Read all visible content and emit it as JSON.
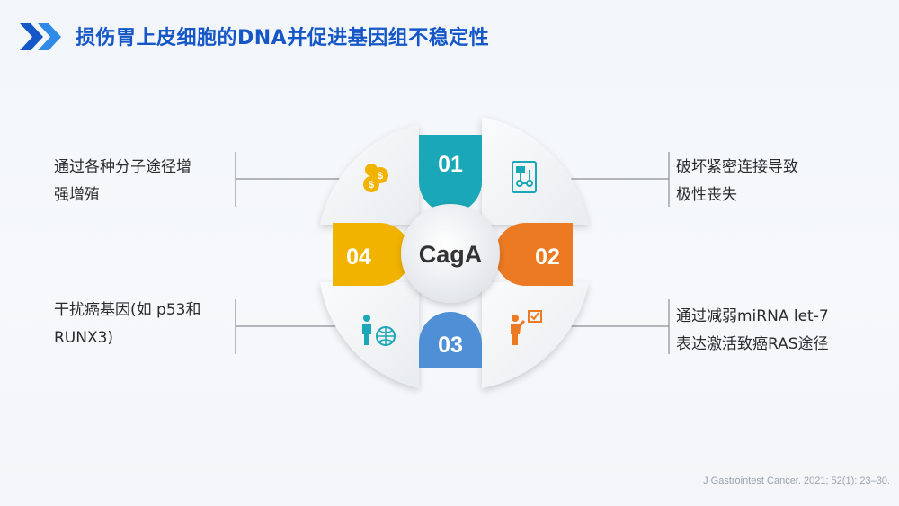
{
  "header": {
    "title": "损伤胃上皮细胞的DNA并促进基因组不稳定性"
  },
  "colors": {
    "accent": "#1557c7",
    "teal": "#1aa7b8",
    "orange": "#ec7a22",
    "blue": "#4f8fd6",
    "yellow": "#f2b300"
  },
  "diagram": {
    "center_label": "CagA",
    "segments": [
      {
        "number": "01",
        "color": "#1aa7b8",
        "icon": "flowchart-document-icon"
      },
      {
        "number": "02",
        "color": "#ec7a22",
        "icon": "presenter-checklist-icon"
      },
      {
        "number": "03",
        "color": "#4f8fd6",
        "icon": "person-globe-icon"
      },
      {
        "number": "04",
        "color": "#f2b300",
        "icon": "coins-icon"
      }
    ],
    "notes": {
      "top_left": [
        "通过各种分子途径增",
        "强增殖"
      ],
      "top_right": [
        "破坏紧密连接导致",
        "极性丧失"
      ],
      "bottom_left": [
        "干扰癌基因(如 p53和",
        "RUNX3)"
      ],
      "bottom_right": [
        "通过减弱miRNA let-7",
        "表达激活致癌RAS途径"
      ]
    }
  },
  "citation": "J Gastrointest Cancer. 2021; 52(1): 23–30."
}
